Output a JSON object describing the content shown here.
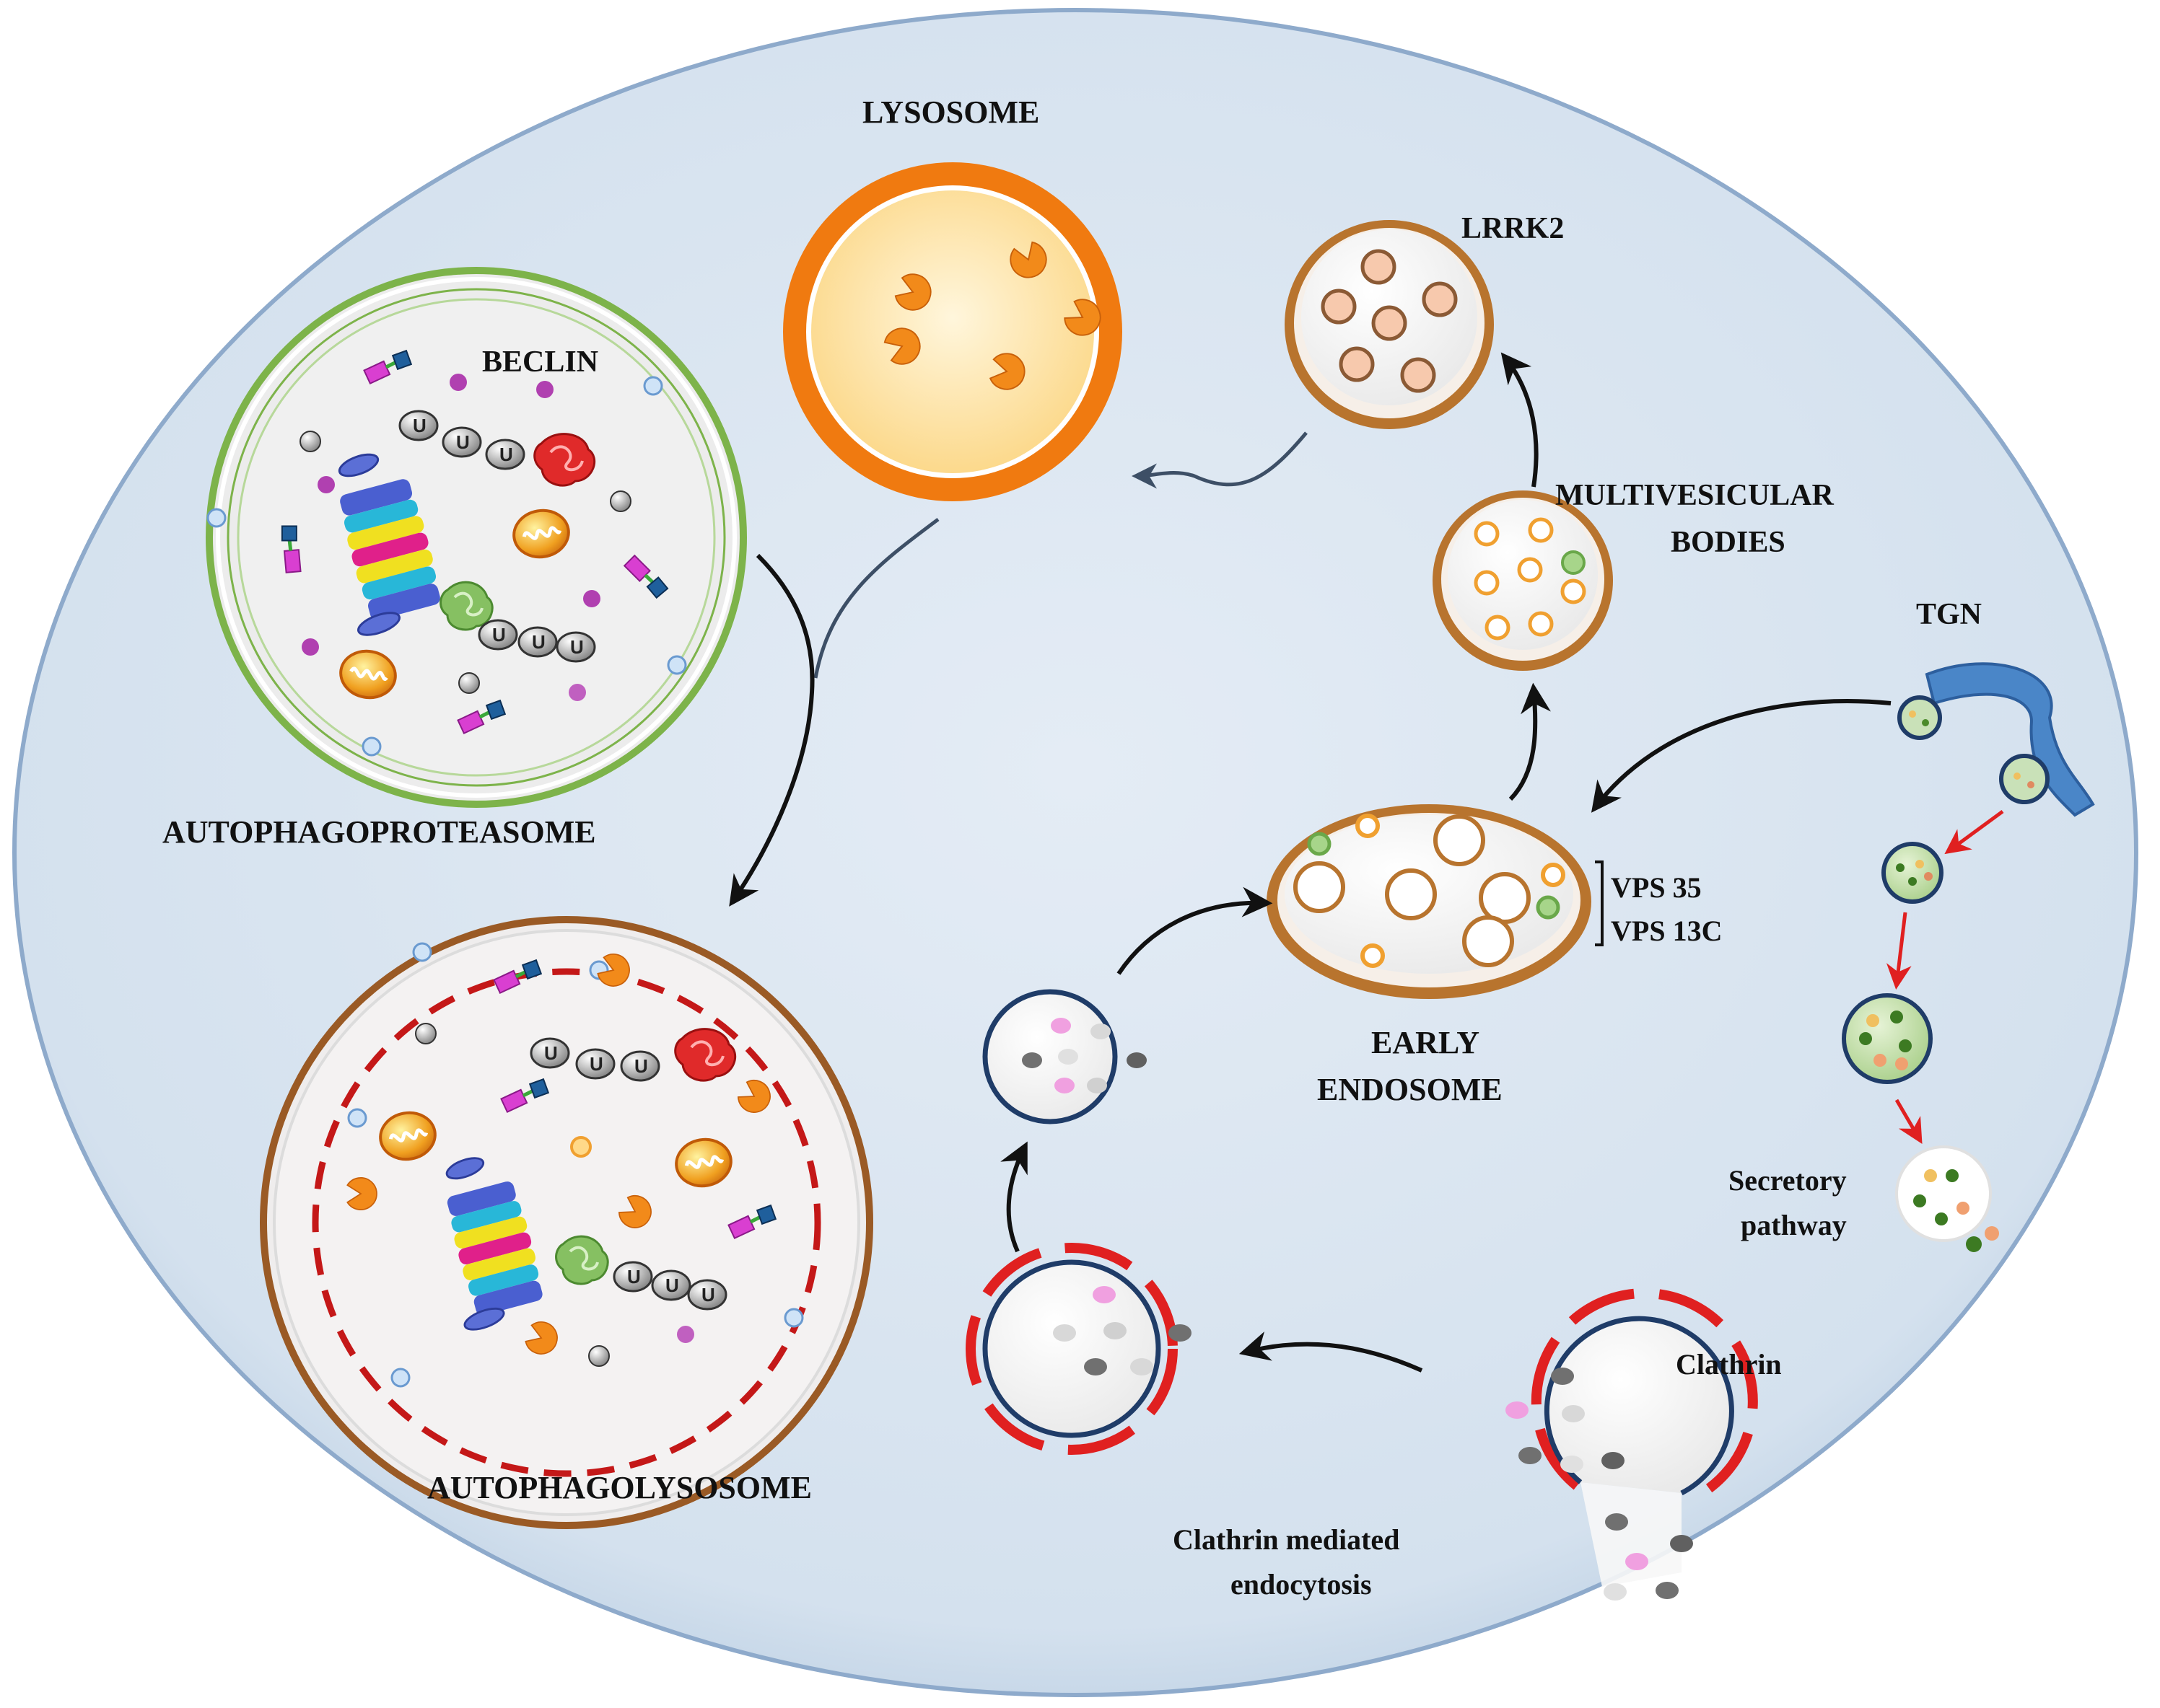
{
  "labels": {
    "lysosome": "LYSOSOME",
    "lrrk2": "LRRK2",
    "beclin": "BECLIN",
    "autophagoproteasome": "AUTOPHAGOPROTEASOME",
    "autophagolysosome": "AUTOPHAGOLYSOSOME",
    "multivesicular_line1": "MULTIVESICULAR",
    "multivesicular_line2": "BODIES",
    "tgn": "TGN",
    "vps35": "VPS 35",
    "vps13c": "VPS 13C",
    "early_line1": "EARLY",
    "early_line2": "ENDOSOME",
    "secretory_line1": "Secretory",
    "secretory_line2": "pathway",
    "clathrin": "Clathrin",
    "cme_line1": "Clathrin  mediated",
    "cme_line2": "endocytosis",
    "ubiquitin": "U"
  },
  "colors": {
    "cell_fill": "#d9e5f1",
    "cell_edge": "#7f9fbf",
    "lysosome_ring": "#f07a10",
    "lysosome_inner": "#fde9b8",
    "endosome_ring": "#b06a2a",
    "clathrin_red": "#e02020",
    "vesicle_blue": "#1f3c68",
    "tgn_blue": "#4a86c8",
    "autophago_green": "#7db34a"
  }
}
